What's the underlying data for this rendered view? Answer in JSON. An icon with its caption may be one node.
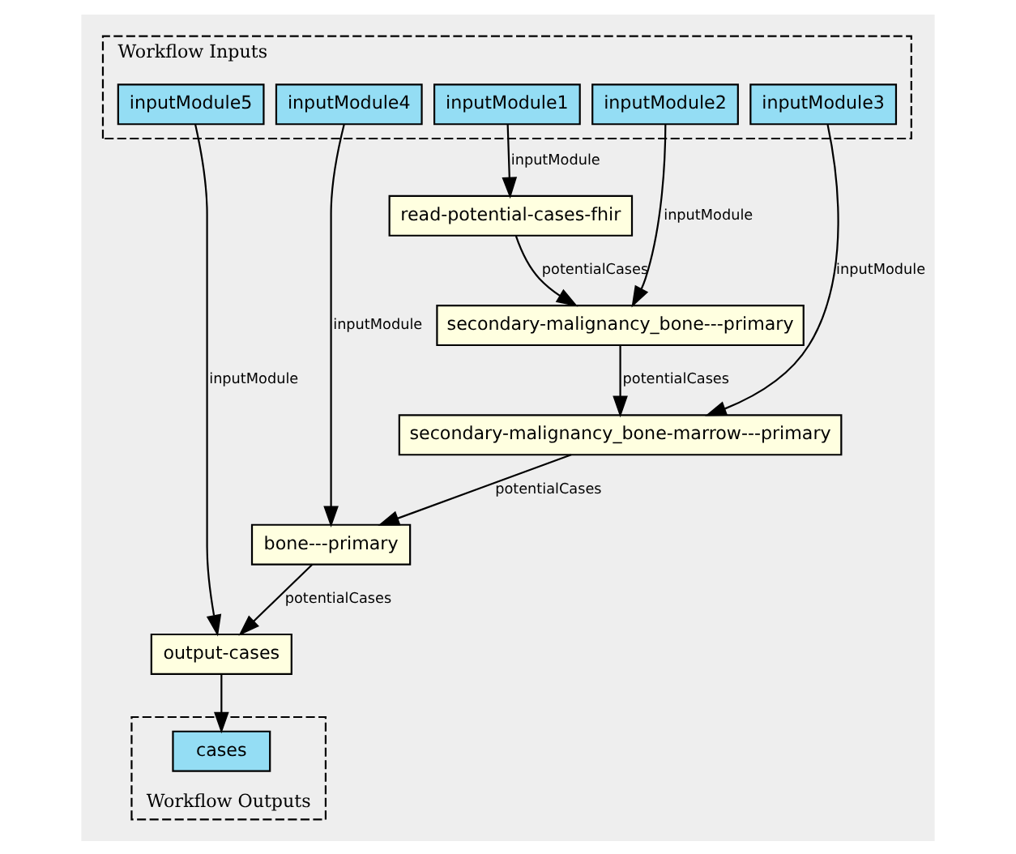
{
  "diagram": {
    "nodes": [
      {
        "text": [
          "Workflow Inputs"
        ]
      },
      {
        "text": [
          "inputModule5"
        ],
        "in": 0
      },
      {
        "text": [
          "inputModule4"
        ],
        "in": 0
      },
      {
        "text": [
          "inputModule1"
        ],
        "in": 0
      },
      {
        "text": [
          "inputModule2"
        ],
        "in": 0
      },
      {
        "text": [
          "inputModule3"
        ],
        "in": 0
      },
      {
        "text": [
          "read-potential-cases-fhir"
        ]
      },
      {
        "text": [
          "secondary-malignancy_bone---primary"
        ]
      },
      {
        "text": [
          "secondary-malignancy_bone-marrow---primary"
        ]
      },
      {
        "text": [
          "bone---primary"
        ]
      },
      {
        "text": [
          "output-cases"
        ]
      },
      {
        "text": [
          "Workflow Outputs"
        ]
      },
      {
        "text": [
          "cases"
        ],
        "in": 11
      }
    ],
    "edges": [
      {
        "from": 3,
        "to": 6,
        "arrow": "to",
        "label": "inputModule"
      },
      {
        "from": 6,
        "to": 7,
        "arrow": "to",
        "label": "potentialCases"
      },
      {
        "from": 4,
        "to": 7,
        "arrow": "to",
        "label": "inputModule"
      },
      {
        "from": 7,
        "to": 8,
        "arrow": "to",
        "label": "potentialCases"
      },
      {
        "from": 5,
        "to": 8,
        "arrow": "to",
        "label": "inputModule"
      },
      {
        "from": 8,
        "to": 9,
        "arrow": "to",
        "label": "potentialCases"
      },
      {
        "from": 2,
        "to": 9,
        "arrow": "to",
        "label": "inputModule"
      },
      {
        "from": 9,
        "to": 10,
        "arrow": "to",
        "label": "potentialCases"
      },
      {
        "from": 1,
        "to": 10,
        "arrow": "to",
        "label": "inputModule"
      },
      {
        "from": 10,
        "to": 12,
        "arrow": "to"
      }
    ]
  }
}
